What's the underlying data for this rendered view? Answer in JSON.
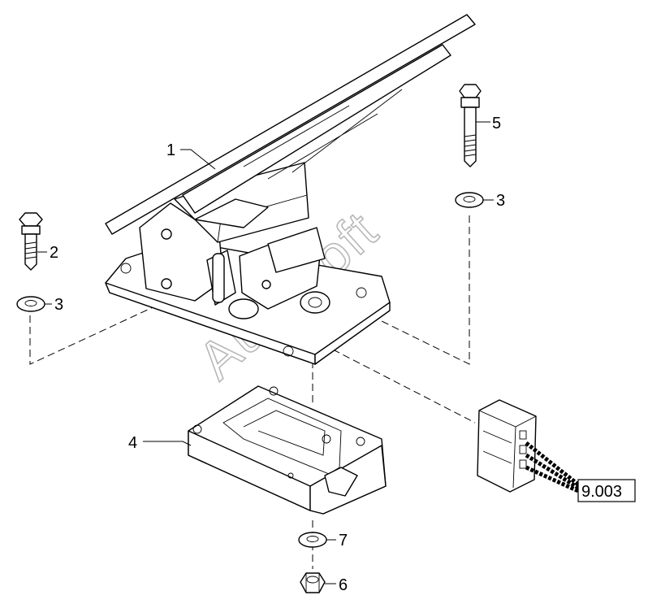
{
  "watermark": "AutoSoft",
  "callouts": {
    "c1": "1",
    "c2": "2",
    "c3a": "3",
    "c3b": "3",
    "c4": "4",
    "c5": "5",
    "c6": "6",
    "c7": "7"
  },
  "reference_box": "9.003"
}
